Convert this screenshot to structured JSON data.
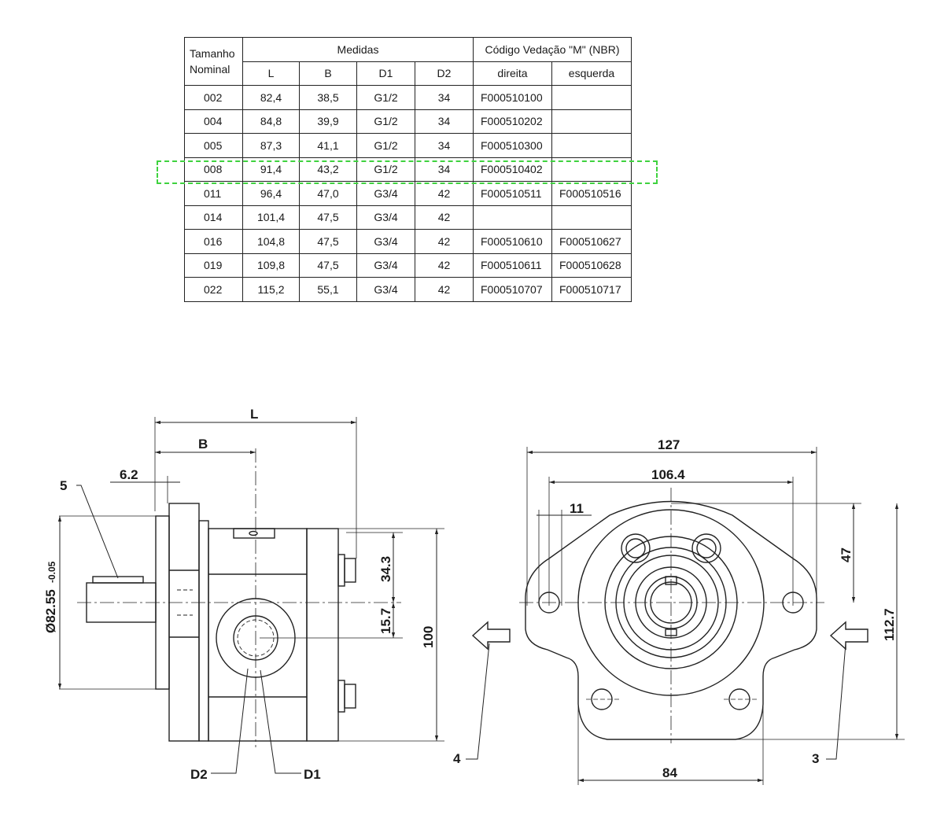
{
  "table": {
    "header_size": "Tamanho",
    "header_size_2": "Nominal",
    "header_measures": "Medidas",
    "header_code": "Código Vedação \"M\" (NBR)",
    "sub_headers": [
      "L",
      "B",
      "D1",
      "D2",
      "direita",
      "esquerda"
    ],
    "rows": [
      [
        "002",
        "82,4",
        "38,5",
        "G1/2",
        "34",
        "F000510100",
        ""
      ],
      [
        "004",
        "84,8",
        "39,9",
        "G1/2",
        "34",
        "F000510202",
        ""
      ],
      [
        "005",
        "87,3",
        "41,1",
        "G1/2",
        "34",
        "F000510300",
        ""
      ],
      [
        "008",
        "91,4",
        "43,2",
        "G1/2",
        "34",
        "F000510402",
        ""
      ],
      [
        "011",
        "96,4",
        "47,0",
        "G3/4",
        "42",
        "F000510511",
        "F000510516"
      ],
      [
        "014",
        "101,4",
        "47,5",
        "G3/4",
        "42",
        "",
        ""
      ],
      [
        "016",
        "104,8",
        "47,5",
        "G3/4",
        "42",
        "F000510610",
        "F000510627"
      ],
      [
        "019",
        "109,8",
        "47,5",
        "G3/4",
        "42",
        "F000510611",
        "F000510628"
      ],
      [
        "022",
        "115,2",
        "55,1",
        "G3/4",
        "42",
        "F000510707",
        "F000510717"
      ]
    ],
    "highlighted_row": "008",
    "highlight_color": "#3fd23f"
  },
  "side_view": {
    "dim_L": "L",
    "dim_B": "B",
    "dim_6_2": "6.2",
    "dim_diameter": "Ø82.55",
    "dim_diameter_tol": "-0.05",
    "dim_34_3": "34.3",
    "dim_15_7": "15.7",
    "dim_100": "100",
    "label_5": "5",
    "label_D2": "D2",
    "label_D1": "D1"
  },
  "front_view": {
    "dim_127": "127",
    "dim_106_4": "106.4",
    "dim_11": "11",
    "dim_47": "47",
    "dim_112_7": "112.7",
    "dim_84": "84",
    "label_4": "4",
    "label_3": "3"
  }
}
